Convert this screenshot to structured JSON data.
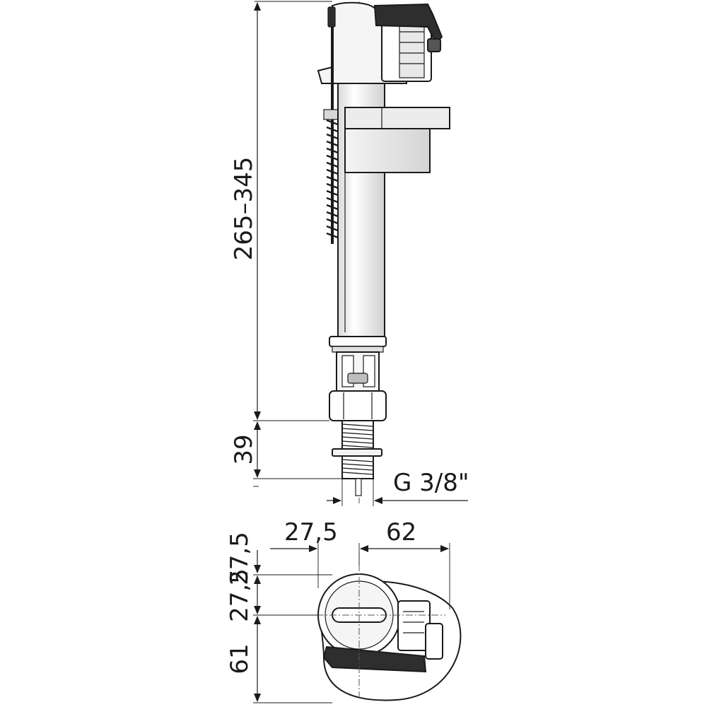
{
  "dimensions": {
    "total_height": "265–345",
    "connector_height": "39",
    "thread": "G 3/8\"",
    "offset_x": "27,5",
    "float_offset": "62",
    "top_offset_y": "27,5",
    "offset_y": "27,5",
    "bottom_depth": "61"
  },
  "colors": {
    "line": "#1a1a1a",
    "tube_light": "#f2f2f2",
    "float_fill": "#e3e3e3",
    "cap_dark": "#2e2e2e"
  }
}
